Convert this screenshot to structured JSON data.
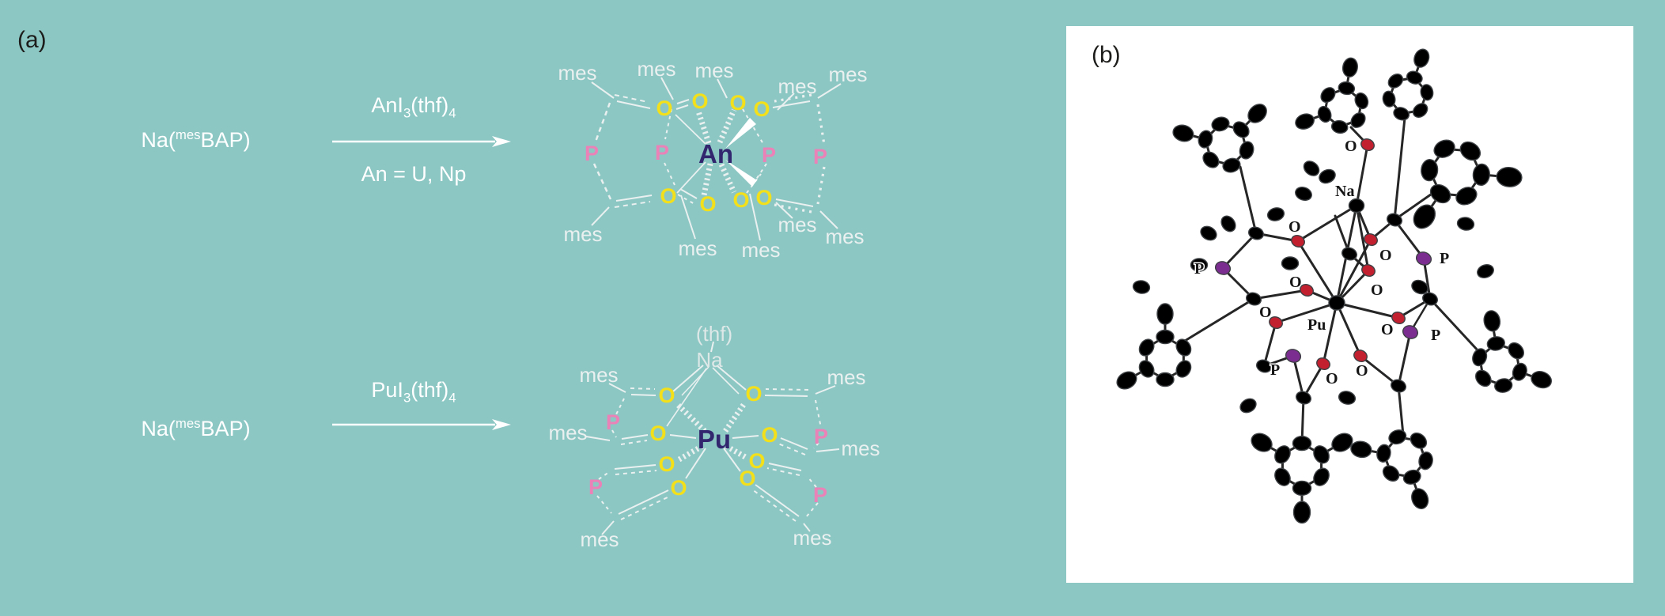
{
  "figure": {
    "panel_a_label": "(a)",
    "panel_b_label": "(b)"
  },
  "reaction1": {
    "reactant": {
      "t1": "Na(",
      "sup": "mes",
      "t2": "BAP)"
    },
    "reagent": {
      "t1": "AnI",
      "sub1": "3",
      "t2": "(thf)",
      "sub2": "4"
    },
    "condition": "An = U, Np",
    "product": {
      "metal": "An",
      "p": "P",
      "o": "O",
      "mes": "mes"
    }
  },
  "reaction2": {
    "reactant": {
      "t1": "Na(",
      "sup": "mes",
      "t2": "BAP)"
    },
    "reagent": {
      "t1": "PuI",
      "sub1": "3",
      "t2": "(thf)",
      "sub2": "4"
    },
    "product": {
      "metal": "Pu",
      "na": "Na",
      "thf": "(thf)",
      "p": "P",
      "o": "O",
      "mes": "mes"
    }
  },
  "panel_b": {
    "atoms": {
      "pu": "Pu",
      "na": "Na",
      "o": "O",
      "p": "P"
    }
  },
  "colors": {
    "background": "#8cc7c4",
    "panel_b_background": "#ffffff",
    "metal_text": "#32266e",
    "phosphorus_text": "#ea82b8",
    "oxygen_text": "#f3e01b",
    "skeleton_bonds": "#e9f0ef",
    "reaction_text": "#ffffff",
    "ortep_oxygen": "#c21f2f",
    "ortep_phosphorus": "#7c2d90",
    "ortep_sodium": "#8a5bc8",
    "ortep_plutonium": "#3070c0",
    "ortep_carbon": "#8f9296",
    "ortep_bond": "#262626"
  }
}
